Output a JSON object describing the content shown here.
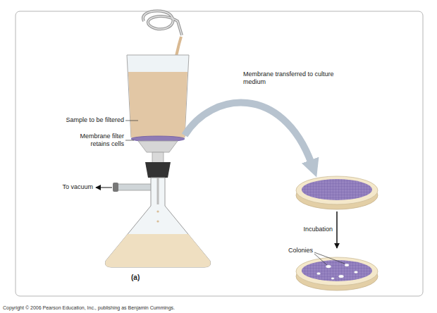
{
  "diagram": {
    "labels": [
      "Sample to be filtered",
      "Membrane filter retains cells",
      "To vacuum",
      "Membrane transferred to culture medium",
      "Incubation",
      "Colonies",
      "(a)",
      "Copyright © 2006 Pearson Education, Inc., publishing as Benjamin Cummings."
    ]
  }
}
